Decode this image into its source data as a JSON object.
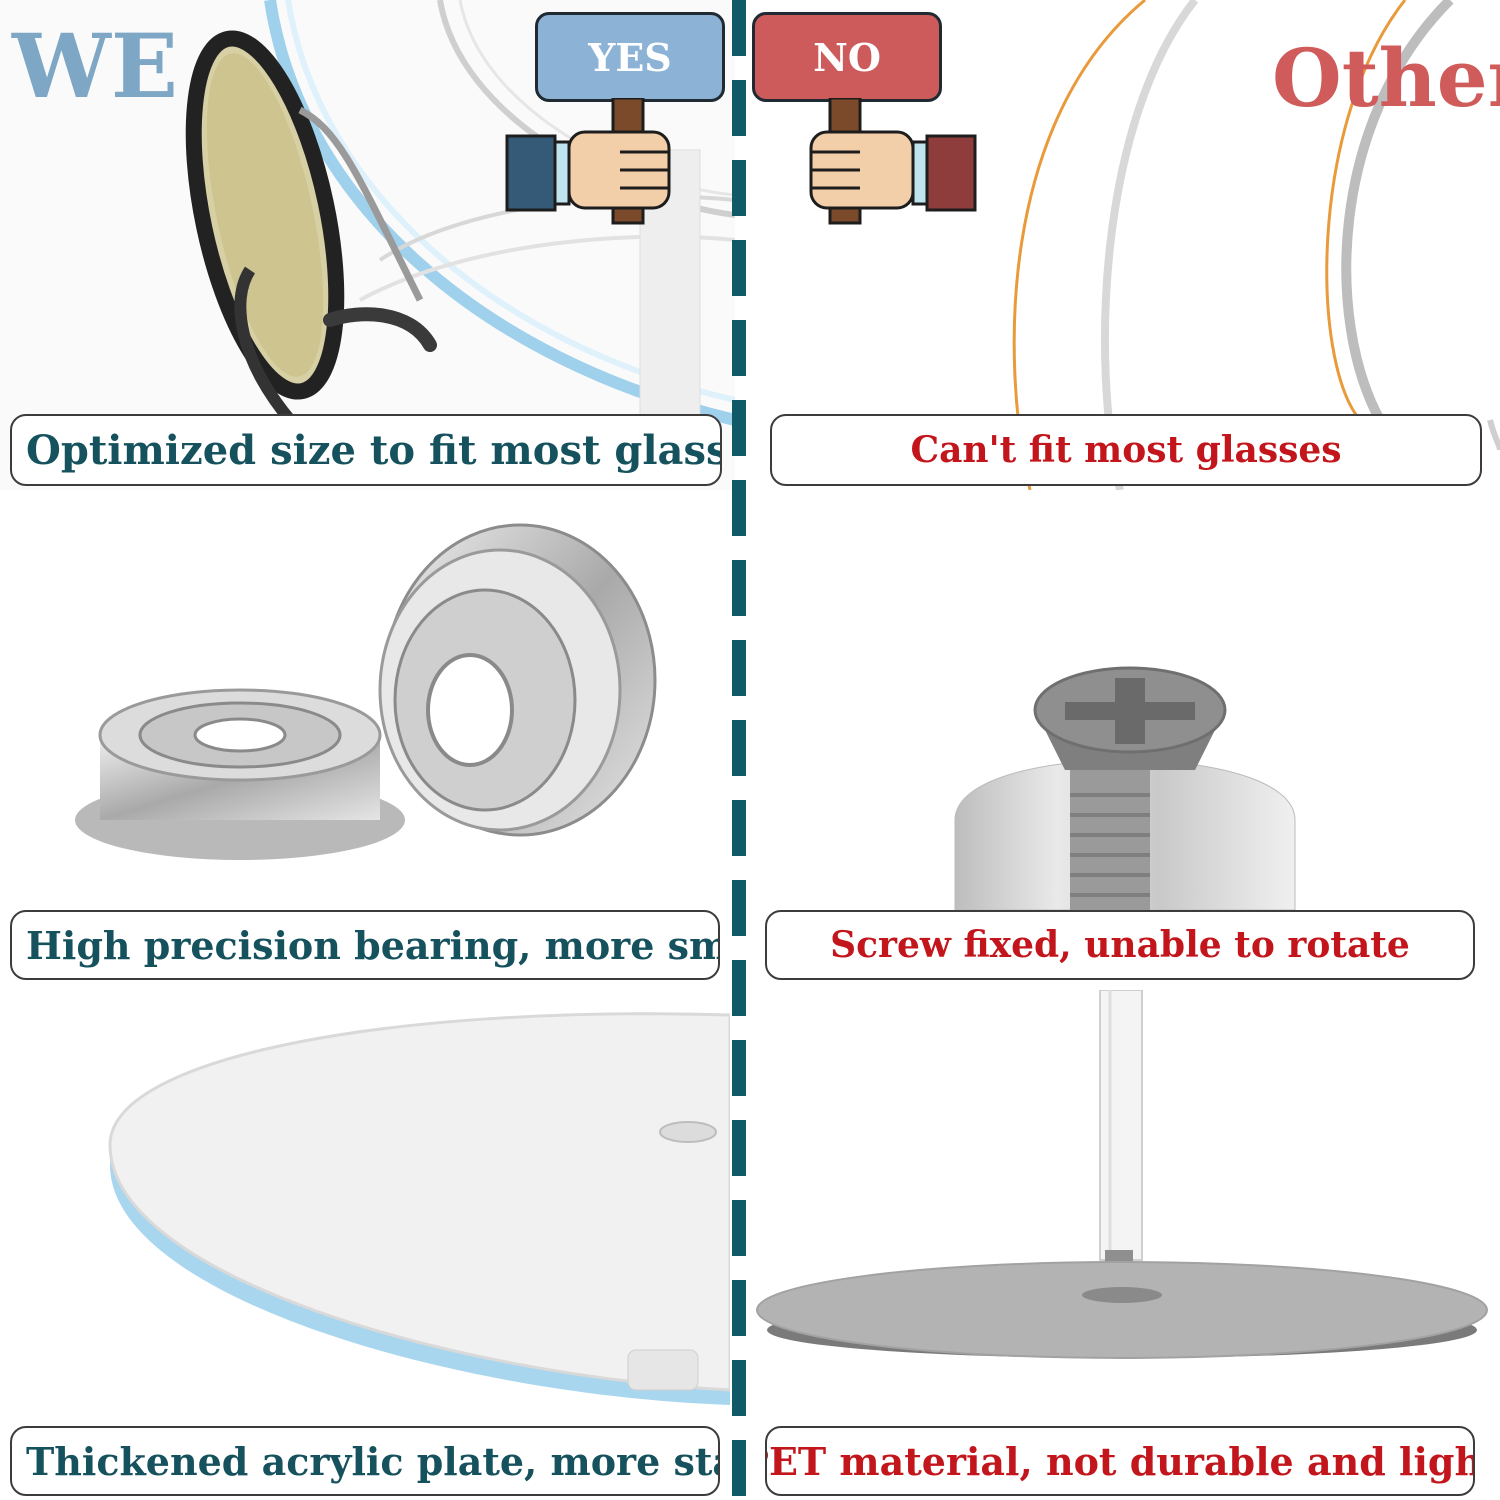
{
  "header": {
    "we_label": "WE",
    "other_label": "Other",
    "yes_label": "YES",
    "no_label": "NO"
  },
  "rows": [
    {
      "we": "Optimized size to fit most glasses",
      "other": "Can't fit most glasses"
    },
    {
      "we": "High precision bearing, more smooth",
      "other": "Screw fixed, unable to rotate"
    },
    {
      "we": "Thickened acrylic plate, more stable",
      "other": "PET material, not durable and light"
    }
  ],
  "colors": {
    "divider": "#0f5a66",
    "we_text": "#16525e",
    "other_text": "#c3161c",
    "yes_sign": "#8cb2d6",
    "no_sign": "#cd5b5b",
    "we_brand": "#7ea7c6",
    "other_brand": "#cf5b5b"
  }
}
